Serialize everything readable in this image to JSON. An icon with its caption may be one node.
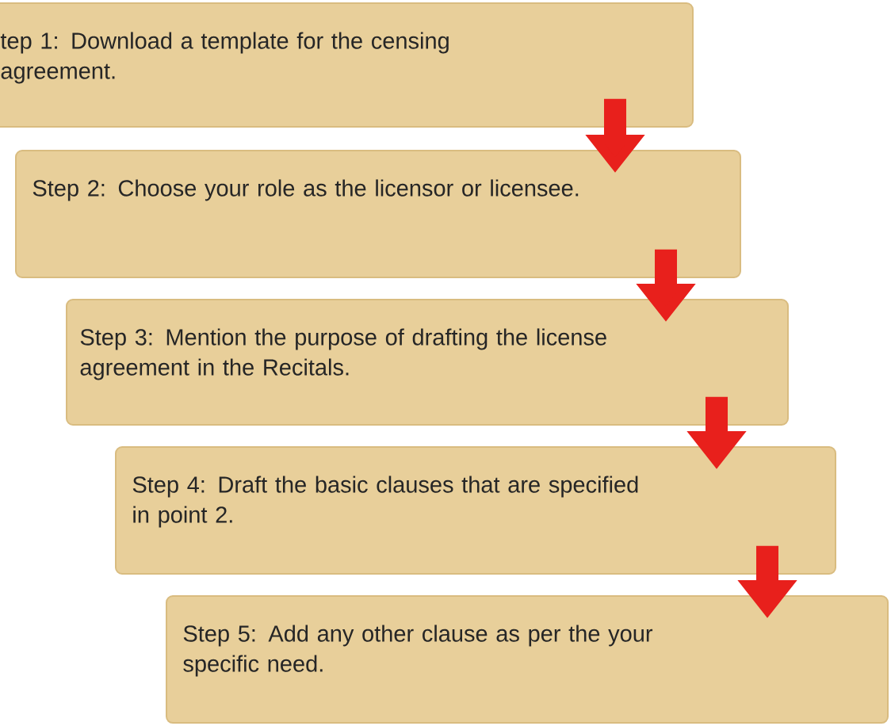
{
  "diagram": {
    "nodes": [
      {
        "text": [
          "tep 1: Download a template for the censing agreement."
        ]
      },
      {
        "text": [
          "Step 2: Choose your role as the licensor or licensee."
        ]
      },
      {
        "text": [
          "Step 3: Mention the purpose of drafting the license agreement in the Recitals."
        ]
      },
      {
        "text": [
          "Step 4: Draft the basic clauses that are specified in point 2."
        ]
      },
      {
        "text": [
          "Step 5: Add any other clause as per the your specific need."
        ]
      }
    ],
    "edges": [
      {
        "from": 0,
        "to": 1,
        "arrow": "to"
      },
      {
        "from": 1,
        "to": 2,
        "arrow": "to"
      },
      {
        "from": 2,
        "to": 3,
        "arrow": "to"
      },
      {
        "from": 3,
        "to": 4,
        "arrow": "to"
      }
    ]
  }
}
